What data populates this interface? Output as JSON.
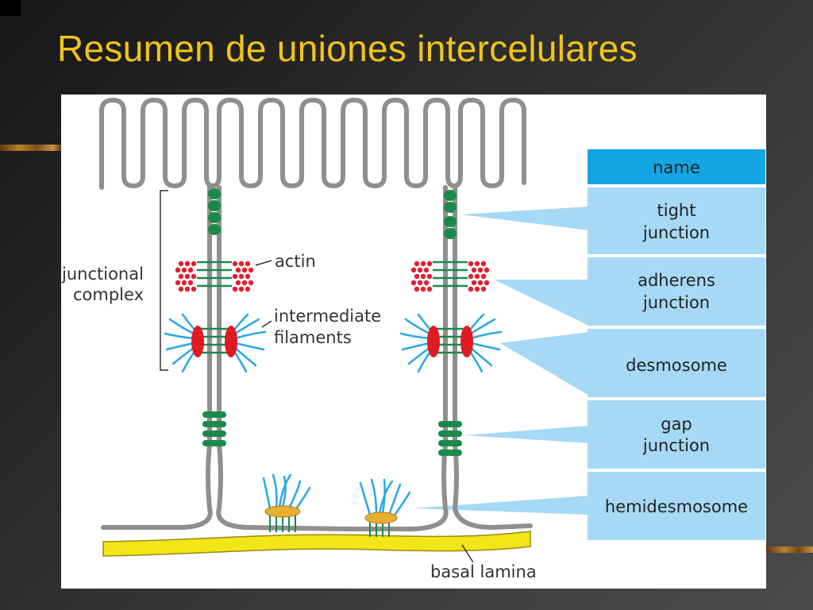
{
  "slide": {
    "title": "Resumen de uniones intercelulares"
  },
  "diagram": {
    "labels": {
      "junctional_complex": [
        "junctional",
        "complex"
      ],
      "actin": "actin",
      "intermediate_filaments": [
        "intermediate",
        "filaments"
      ],
      "basal_lamina": "basal lamina"
    },
    "table": {
      "header": "name",
      "rows": [
        [
          "tight",
          "junction"
        ],
        [
          "adherens",
          "junction"
        ],
        [
          "desmosome"
        ],
        [
          "gap",
          "junction"
        ],
        [
          "hemidesmosome"
        ]
      ]
    },
    "colors": {
      "membrane": "#8f8f8f",
      "tight_junction": "#1a8a4a",
      "actin": "#e02030",
      "plaque": "#e01a22",
      "filaments": "#2aa8e0",
      "basal_lamina": "#f2e61a",
      "hemidesmosome_plaque": "#e8b030",
      "table_header": "#13a6e2",
      "table_row": "#a6d9f5",
      "callout": "#a6d9f5",
      "title": "#f2c418"
    }
  }
}
